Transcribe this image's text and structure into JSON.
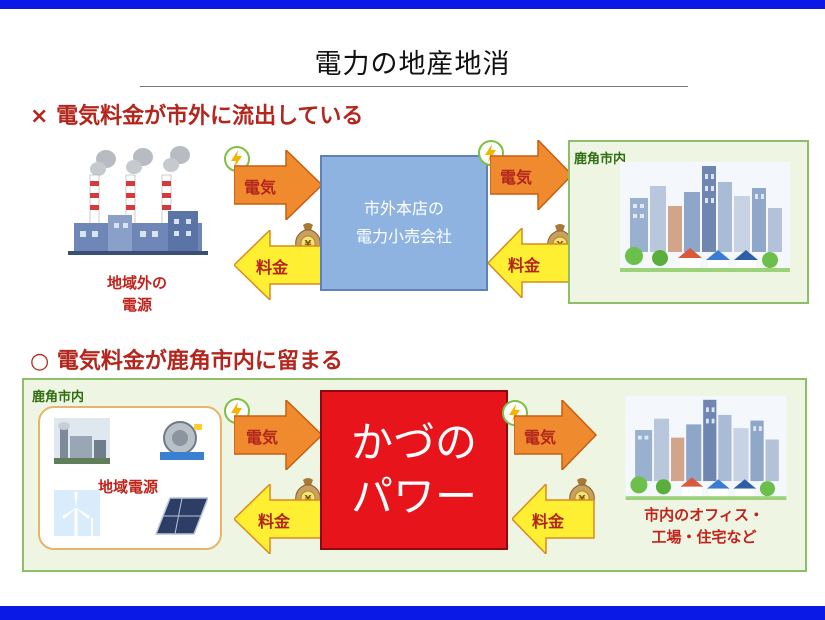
{
  "title": "電力の地産地消",
  "section_bad": {
    "heading": "× 電気料金が市外に流出している",
    "source_label_line1": "地域外の",
    "source_label_line2": "電源",
    "company_line1": "市外本店の",
    "company_line2": "電力小売会社",
    "electricity_label": "電気",
    "fee_label": "料金",
    "city_label": "鹿角市内"
  },
  "section_good": {
    "heading": "○ 電気料金が鹿角市内に留まる",
    "region_label": "鹿角市内",
    "local_source_label": "地域電源",
    "company_line1": "かづの",
    "company_line2": "パワー",
    "electricity_label": "電気",
    "fee_label": "料金",
    "consumer_line1": "市内のオフィス・",
    "consumer_line2": "工場・住宅など"
  },
  "icons": {
    "bolt": "lightning-bolt-icon",
    "money": "yen-money-bag-icon"
  },
  "colors": {
    "bar": "#0a19e6",
    "heading": "#b3261e",
    "arrow_orange": "#f08a2e",
    "arrow_yellow": "#ffef33",
    "outside_company": "#8fb3e0",
    "local_company": "#e8141c",
    "green_box": "#eef6e3"
  }
}
